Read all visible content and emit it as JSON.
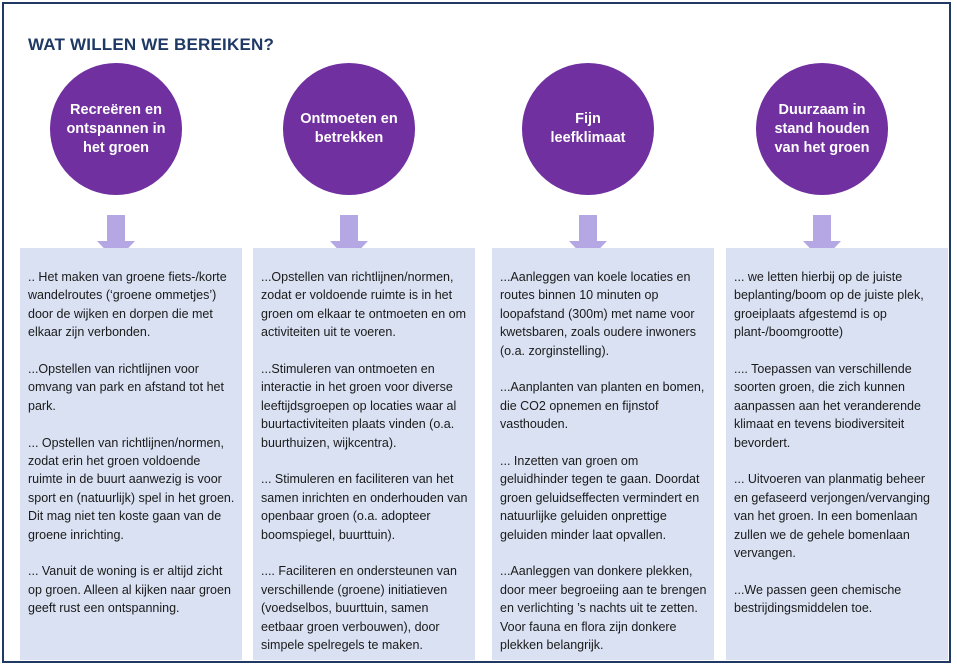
{
  "title": "WAT WILLEN WE BEREIKEN?",
  "colors": {
    "frame": "#1f3864",
    "title": "#1f3864",
    "circle": "#7030a0",
    "arrow": "#b4a7e3",
    "box": "#d9e1f2"
  },
  "columns": [
    {
      "heading_lines": [
        "Recreëren en",
        "ontspannen in",
        "het groen"
      ],
      "paragraphs": [
        ".. Het maken van groene fiets-/korte wandelroutes (‘groene ommetjes’) door de wijken en dorpen die met elkaar zijn verbonden.",
        "...Opstellen van richtlijnen voor omvang van park en afstand tot het park.",
        "... Opstellen van richtlijnen/normen, zodat erin het groen voldoende ruimte in de buurt aanwezig is voor sport en (natuurlijk) spel in het groen. Dit mag niet ten koste gaan van de groene inrichting.",
        "... Vanuit de woning is er altijd zicht op groen. Alleen al kijken naar groen geeft rust een ontspanning."
      ]
    },
    {
      "heading_lines": [
        "Ontmoeten en",
        "betrekken"
      ],
      "paragraphs": [
        "...Opstellen van richtlijnen/normen, zodat er voldoende ruimte is in het groen om elkaar te ontmoeten en om activiteiten uit te voeren.",
        "...Stimuleren van ontmoeten en interactie in het groen voor diverse leeftijdsgroepen op locaties waar al buurtactiviteiten plaats vinden (o.a. buurthuizen, wijkcentra).",
        "... Stimuleren en faciliteren van het samen inrichten en onderhouden van openbaar groen (o.a. adopteer boomspiegel, buurttuin).",
        ".... Faciliteren en ondersteunen van verschillende (groene) initiatieven (voedselbos, buurttuin, samen eetbaar groen verbouwen), door simpele spelregels te maken."
      ]
    },
    {
      "heading_lines": [
        "Fijn",
        "leefklimaat"
      ],
      "paragraphs": [
        "...Aanleggen van koele locaties en routes binnen 10 minuten op loopafstand (300m) met name voor kwetsbaren, zoals oudere inwoners (o.a. zorginstelling).",
        "...Aanplanten van planten en bomen, die CO2 opnemen en fijnstof vasthouden.",
        "... Inzetten van groen om geluidhinder tegen te gaan. Doordat groen geluidseffecten vermindert en natuurlijke geluiden onprettige geluiden minder laat opvallen.",
        "...Aanleggen van donkere plekken, door meer begroeiing aan te brengen en verlichting ’s nachts uit te zetten. Voor fauna en flora zijn donkere plekken belangrijk."
      ]
    },
    {
      "heading_lines": [
        "Duurzaam in",
        "stand houden",
        "van het groen"
      ],
      "paragraphs": [
        "... we letten hierbij op de juiste beplanting/boom op de juiste plek, groeiplaats afgestemd is op plant-/boomgrootte)",
        ".... Toepassen van verschillende soorten groen, die zich kunnen aanpassen aan het veranderende klimaat en tevens biodiversiteit bevordert.",
        "... Uitvoeren van planmatig beheer en gefaseerd verjongen/vervanging van het groen. In een bomenlaan zullen we de gehele bomenlaan vervangen.",
        "...We passen geen chemische bestrijdingsmiddelen toe."
      ]
    }
  ]
}
